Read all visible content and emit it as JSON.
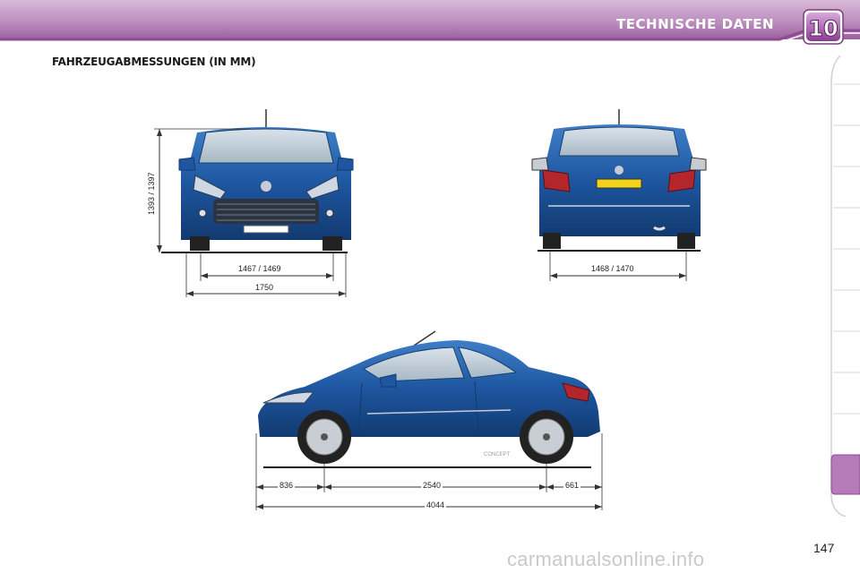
{
  "header": {
    "chapter_title": "TECHNISCHE DATEN",
    "chapter_number": "10"
  },
  "section": {
    "heading": "FAHRZEUGABMESSUNGEN (IN MM)"
  },
  "front_view": {
    "height": "1393 / 1397",
    "front_track": "1467 / 1469",
    "width": "1750"
  },
  "rear_view": {
    "rear_track": "1468 / 1470"
  },
  "side_view": {
    "front_overhang": "836",
    "wheelbase": "2540",
    "rear_overhang": "661",
    "length": "4044",
    "brand_mark": "CONCEPT"
  },
  "page": {
    "number": "147"
  },
  "watermark": "carmanualsonline.info",
  "colors": {
    "header": "#b582b7",
    "accent": "#8e4b94",
    "car_body": "#1e56a0",
    "tab": "#b57ab8"
  }
}
